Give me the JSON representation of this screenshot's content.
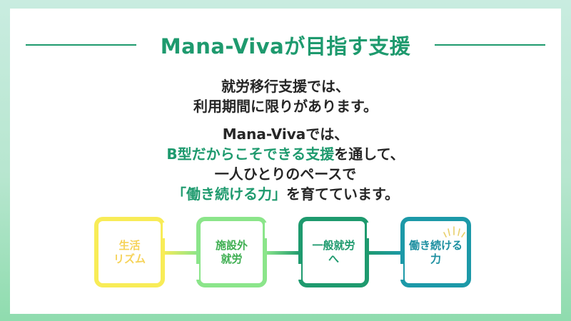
{
  "title": "Mana-Vivaが目指す支援",
  "paragraph1": {
    "line1": "就労移行支援では、",
    "line2": "利用期間に限りがあります。"
  },
  "paragraph2": {
    "line1": "Mana-Vivaでは、",
    "line2_highlight": "B型だからこそできる支援",
    "line2_rest": "を通して、",
    "line3": "一人ひとりのペースで",
    "line4_highlight": "「働き続ける力」",
    "line4_rest": "を育てています。"
  },
  "steps": [
    {
      "line1": "生活",
      "line2": "リズム",
      "color": "#f8ec57",
      "text_color": "#f6d35a"
    },
    {
      "line1": "施設外",
      "line2": "就労",
      "color": "#8be58a",
      "text_color": "#3dae50"
    },
    {
      "line1": "一般就労",
      "line2": "へ",
      "color": "#1e9a6e",
      "text_color": "#1e9a6e"
    },
    {
      "line1": "働き続ける",
      "line2": "力",
      "color": "#1c99a8",
      "text_color": "#1c8fa0"
    }
  ],
  "colors": {
    "accent": "#1e9a6e",
    "text": "#262626",
    "burst": "#e8cf6a"
  },
  "icons": {
    "step4": "sparkle-burst-icon"
  }
}
